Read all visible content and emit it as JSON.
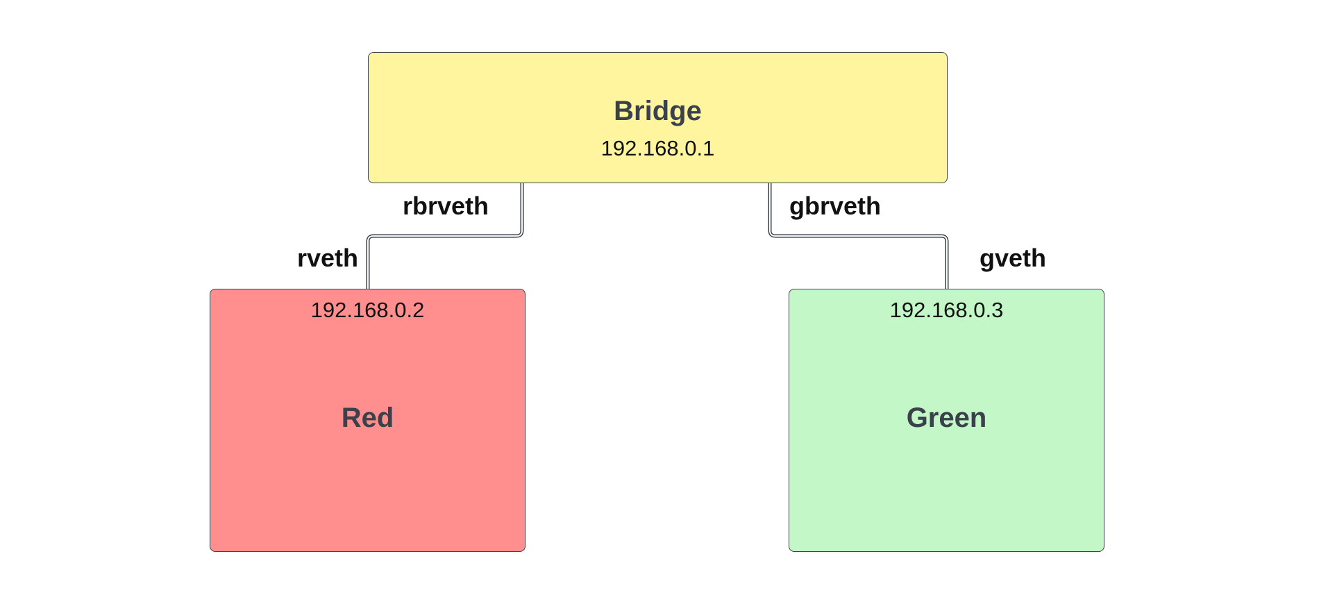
{
  "colors": {
    "bridge_fill": "#fff59f",
    "red_fill": "#ff8f8f",
    "green_fill": "#c3f7c8",
    "border": "#3a414a",
    "link": "#3a414a"
  },
  "nodes": {
    "bridge": {
      "title": "Bridge",
      "ip": "192.168.0.1"
    },
    "red": {
      "title": "Red",
      "ip": "192.168.0.2"
    },
    "green": {
      "title": "Green",
      "ip": "192.168.0.3"
    }
  },
  "links": {
    "red": {
      "bridge_end_label": "rbrveth",
      "node_end_label": "rveth"
    },
    "green": {
      "bridge_end_label": "gbrveth",
      "node_end_label": "gveth"
    }
  }
}
